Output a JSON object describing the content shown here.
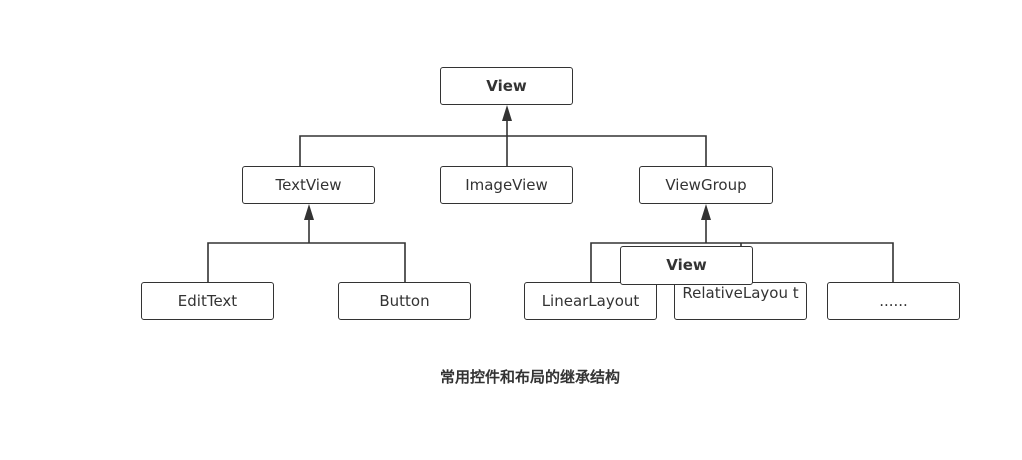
{
  "diagram": {
    "nodes": {
      "view_root": "View",
      "textview": "TextView",
      "imageview": "ImageView",
      "viewgroup": "ViewGroup",
      "edittext": "EditText",
      "button": "Button",
      "view_overlay": "View",
      "linearlayout": "LinearLayout",
      "relativelayout": "RelativeLayou t",
      "more": "......"
    },
    "caption": "常用控件和布局的继承结构",
    "colors": {
      "stroke": "#333333",
      "background": "#ffffff"
    }
  }
}
